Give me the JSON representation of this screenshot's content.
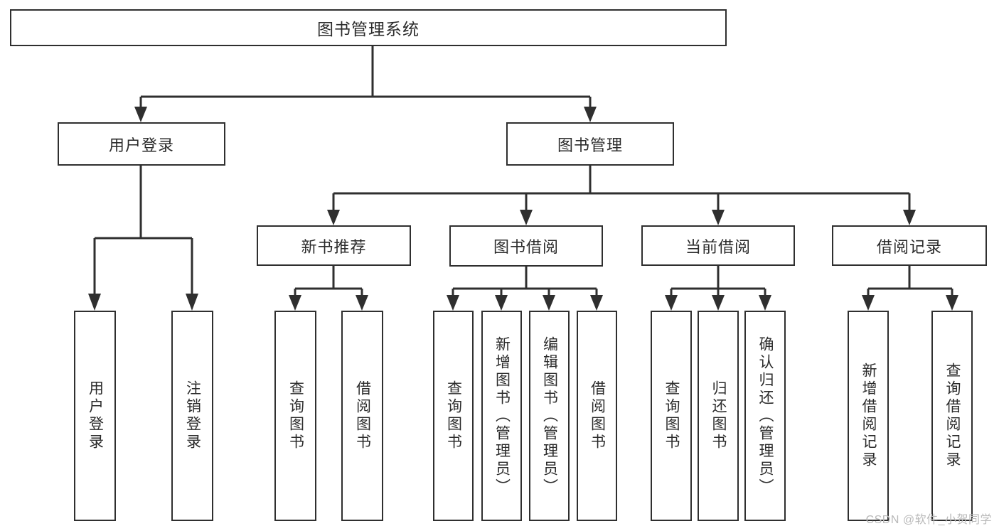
{
  "diagram": {
    "title": "图书管理系统",
    "type": "tree-hierarchy",
    "root": {
      "label": "图书管理系统"
    },
    "level2": [
      {
        "label": "用户登录"
      },
      {
        "label": "图书管理"
      }
    ],
    "level3": [
      {
        "label": "新书推荐"
      },
      {
        "label": "图书借阅"
      },
      {
        "label": "当前借阅"
      },
      {
        "label": "借阅记录"
      }
    ],
    "leaves": {
      "user_login": [
        {
          "label": "用户登录"
        },
        {
          "label": "注销登录"
        }
      ],
      "new_book_recommend": [
        {
          "label": "查询图书"
        },
        {
          "label": "借阅图书"
        }
      ],
      "book_borrow": [
        {
          "label": "查询图书"
        },
        {
          "label": "新增图书（管理员）"
        },
        {
          "label": "编辑图书（管理员）"
        },
        {
          "label": "借阅图书"
        }
      ],
      "current_borrow": [
        {
          "label": "查询图书"
        },
        {
          "label": "归还图书"
        },
        {
          "label": "确认归还（管理员）"
        }
      ],
      "borrow_record": [
        {
          "label": "新增借阅记录"
        },
        {
          "label": "查询借阅记录"
        }
      ]
    }
  },
  "watermark": {
    "text": "CSDN @软件_小贺同学"
  },
  "colors": {
    "stroke": "#2f2f2f",
    "fill": "#ffffff",
    "text": "#2b2b2b",
    "watermark": "#b9b9b9"
  }
}
